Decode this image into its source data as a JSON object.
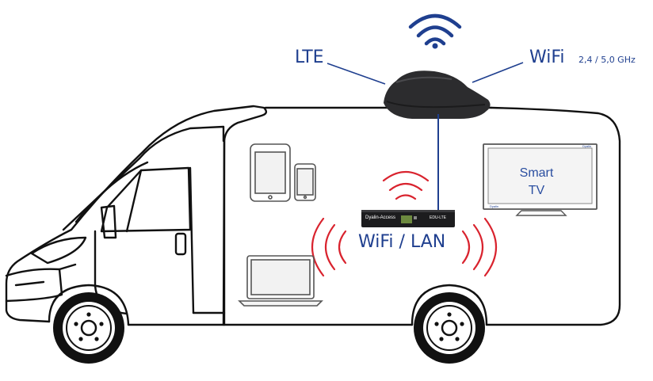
{
  "labels": {
    "lte": "LTE",
    "wifi": "WiFi",
    "wifi_bands": "2,4 / 5,0 GHz",
    "wifi_lan": "WiFi / LAN",
    "tv_line1": "Smart",
    "tv_line2": "TV"
  },
  "router": {
    "brand_left": "Dyalin-Access",
    "brand_right": "EDU-LTE"
  },
  "tv": {
    "brand_top": "Dyalin",
    "brand_bottom": "Dyalin"
  },
  "colors": {
    "label_blue": "#1f3f8f",
    "signal_red": "#d9232e",
    "outline": "#111111",
    "antenna_dark": "#2c2c2e"
  },
  "icons": [
    "wifi-signal-icon",
    "tablet-icon",
    "smartphone-icon",
    "laptop-icon",
    "smart-tv-icon",
    "router-icon",
    "roof-antenna-icon"
  ]
}
